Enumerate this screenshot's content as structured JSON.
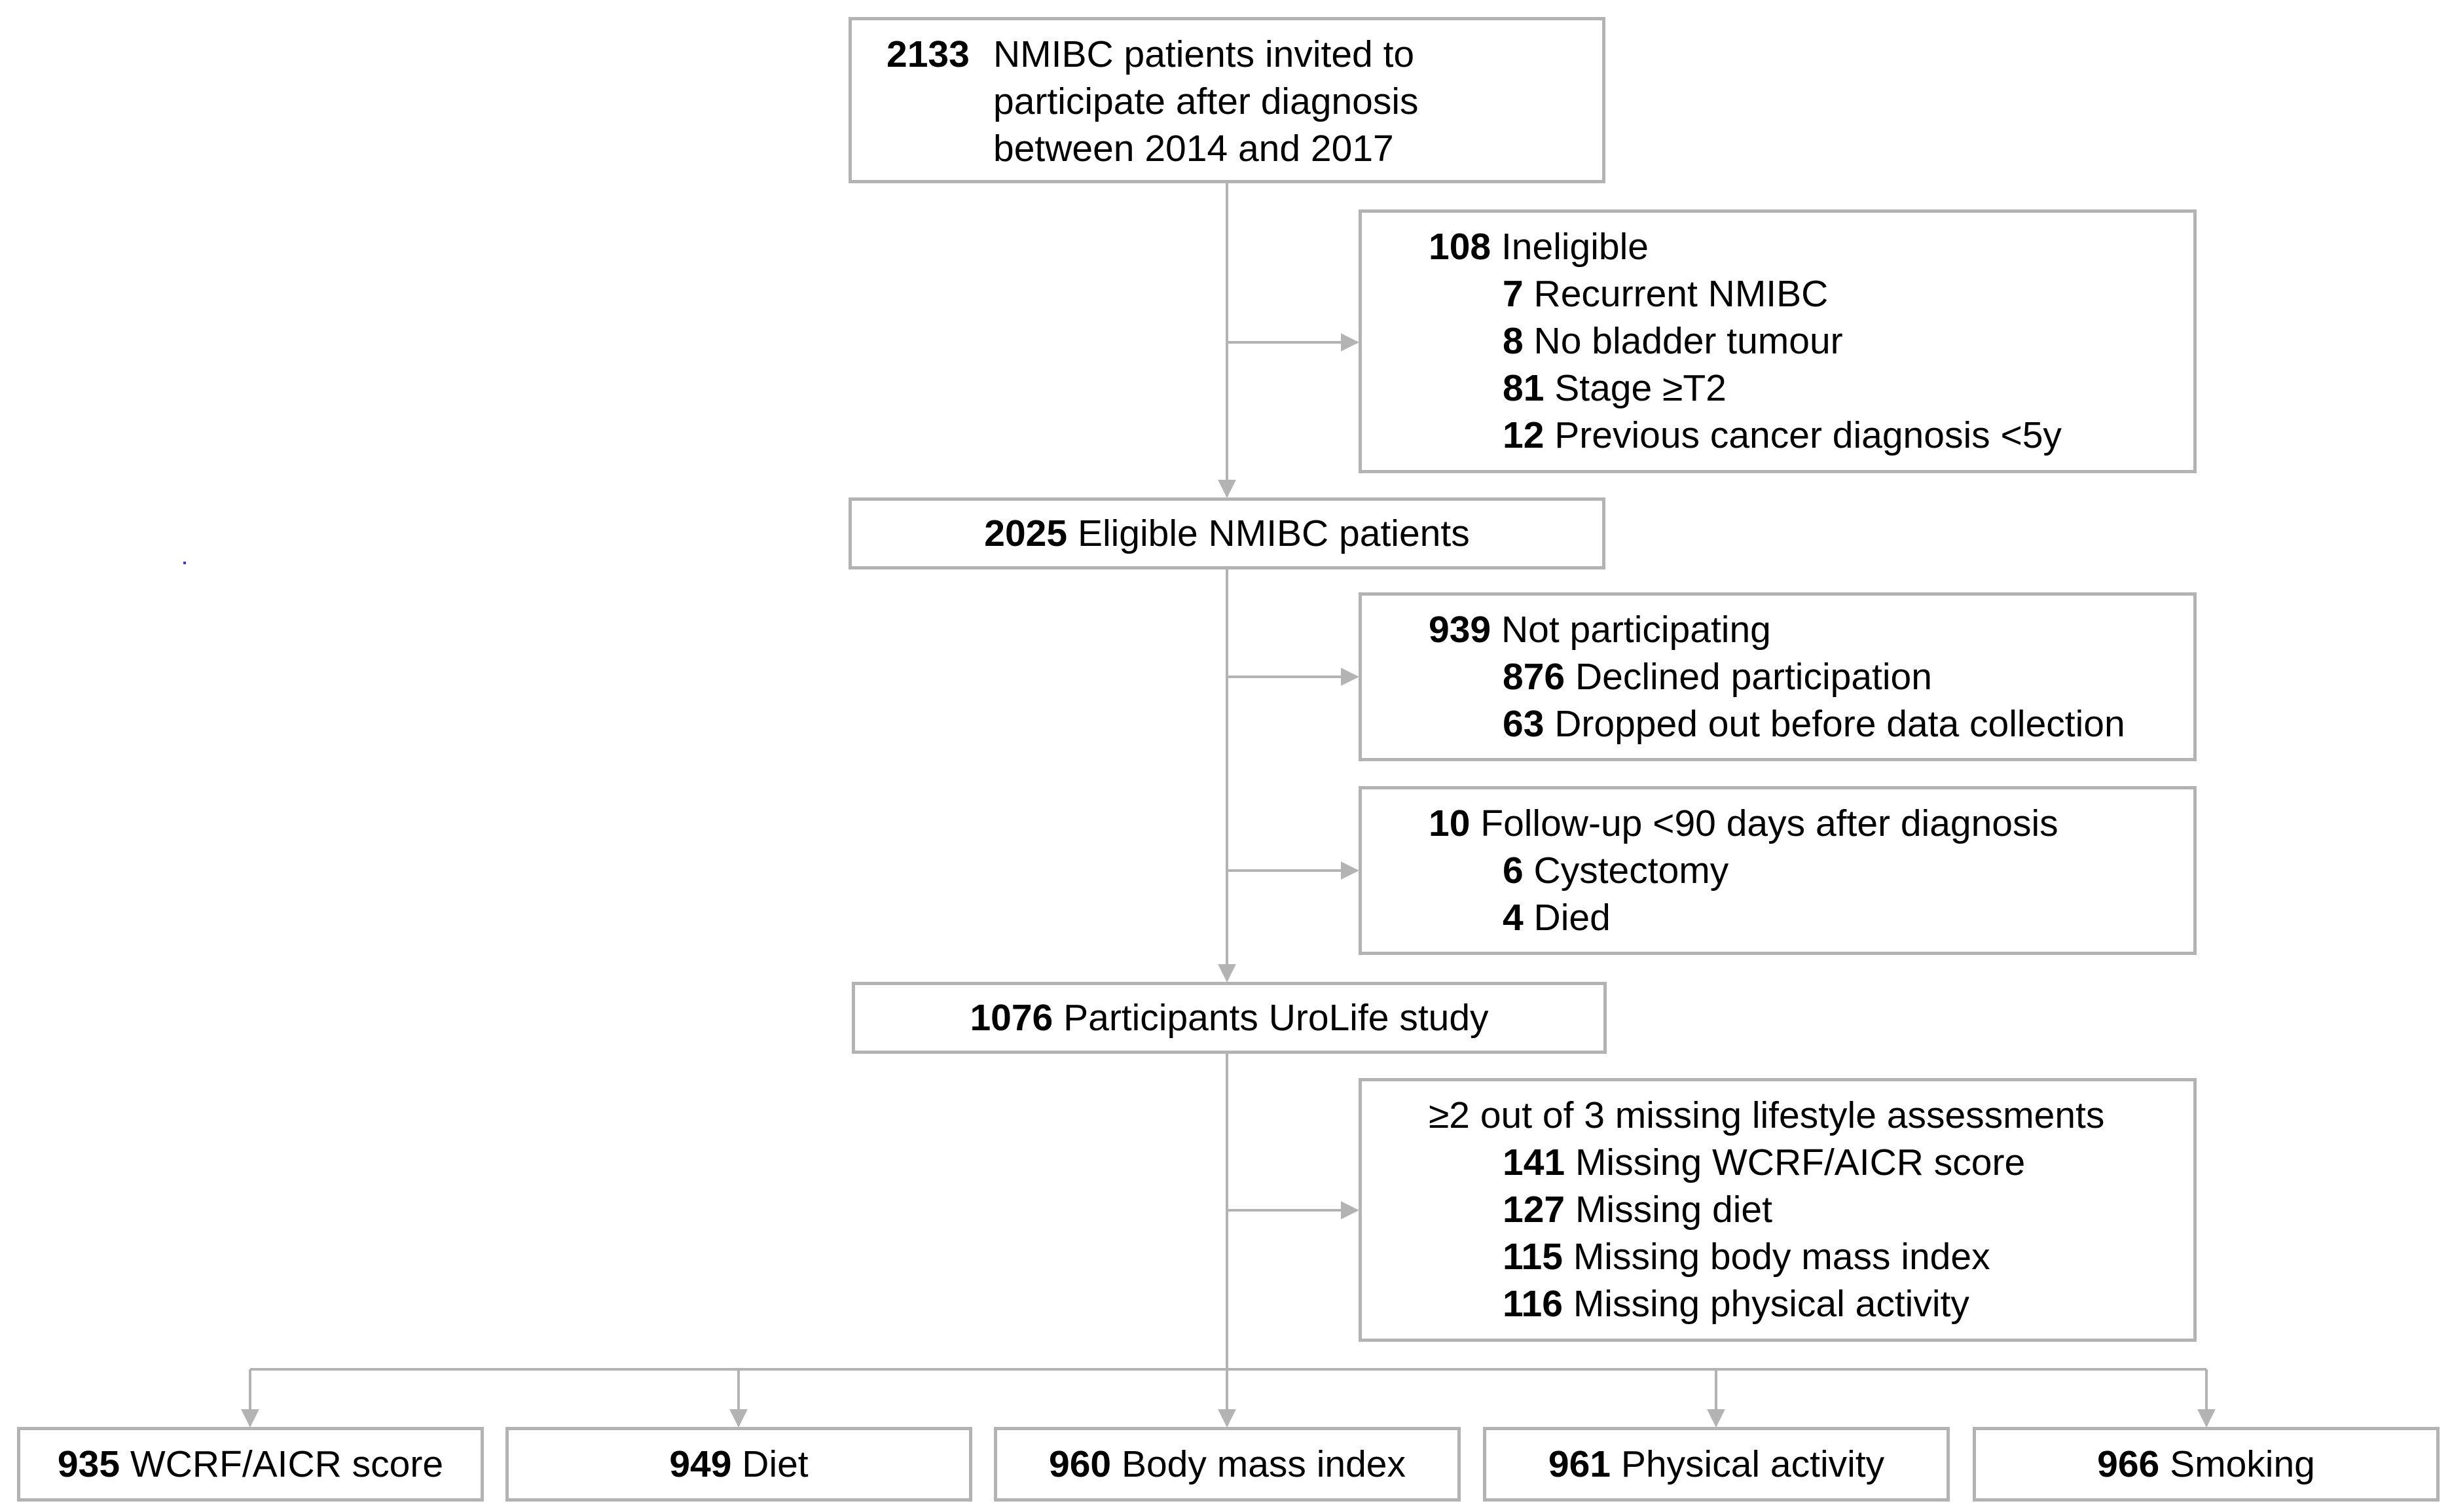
{
  "flow": {
    "invited": {
      "count": "2133",
      "lines": [
        "NMIBC patients invited to",
        "participate after diagnosis",
        "between 2014 and 2017"
      ]
    },
    "ineligible": {
      "count": "108",
      "label": "Ineligible",
      "items": [
        {
          "count": "7",
          "label": "Recurrent NMIBC"
        },
        {
          "count": "8",
          "label": "No bladder tumour"
        },
        {
          "count": "81",
          "label": "Stage ≥T2"
        },
        {
          "count": "12",
          "label": "Previous cancer diagnosis <5y"
        }
      ]
    },
    "eligible": {
      "count": "2025",
      "label": "Eligible NMIBC patients"
    },
    "not_participating": {
      "count": "939",
      "label": "Not participating",
      "items": [
        {
          "count": "876",
          "label": "Declined participation"
        },
        {
          "count": "63",
          "label": "Dropped out before data collection"
        }
      ]
    },
    "followup": {
      "count": "10",
      "label": "Follow-up <90 days after diagnosis",
      "items": [
        {
          "count": "6",
          "label": "Cystectomy"
        },
        {
          "count": "4",
          "label": "Died"
        }
      ]
    },
    "participants": {
      "count": "1076",
      "label": "Participants UroLife study"
    },
    "missing": {
      "label": "≥2 out of 3 missing lifestyle assessments",
      "items": [
        {
          "count": "141",
          "label": "Missing WCRF/AICR score"
        },
        {
          "count": "127",
          "label": "Missing diet"
        },
        {
          "count": "115",
          "label": "Missing body mass index"
        },
        {
          "count": "116",
          "label": "Missing physical activity"
        }
      ]
    },
    "outcomes": [
      {
        "count": "935",
        "label": "WCRF/AICR score"
      },
      {
        "count": "949",
        "label": "Diet"
      },
      {
        "count": "960",
        "label": "Body mass index"
      },
      {
        "count": "961",
        "label": "Physical activity"
      },
      {
        "count": "966",
        "label": "Smoking"
      }
    ]
  },
  "colors": {
    "line": "#b3b3b3",
    "text": "#000000"
  }
}
